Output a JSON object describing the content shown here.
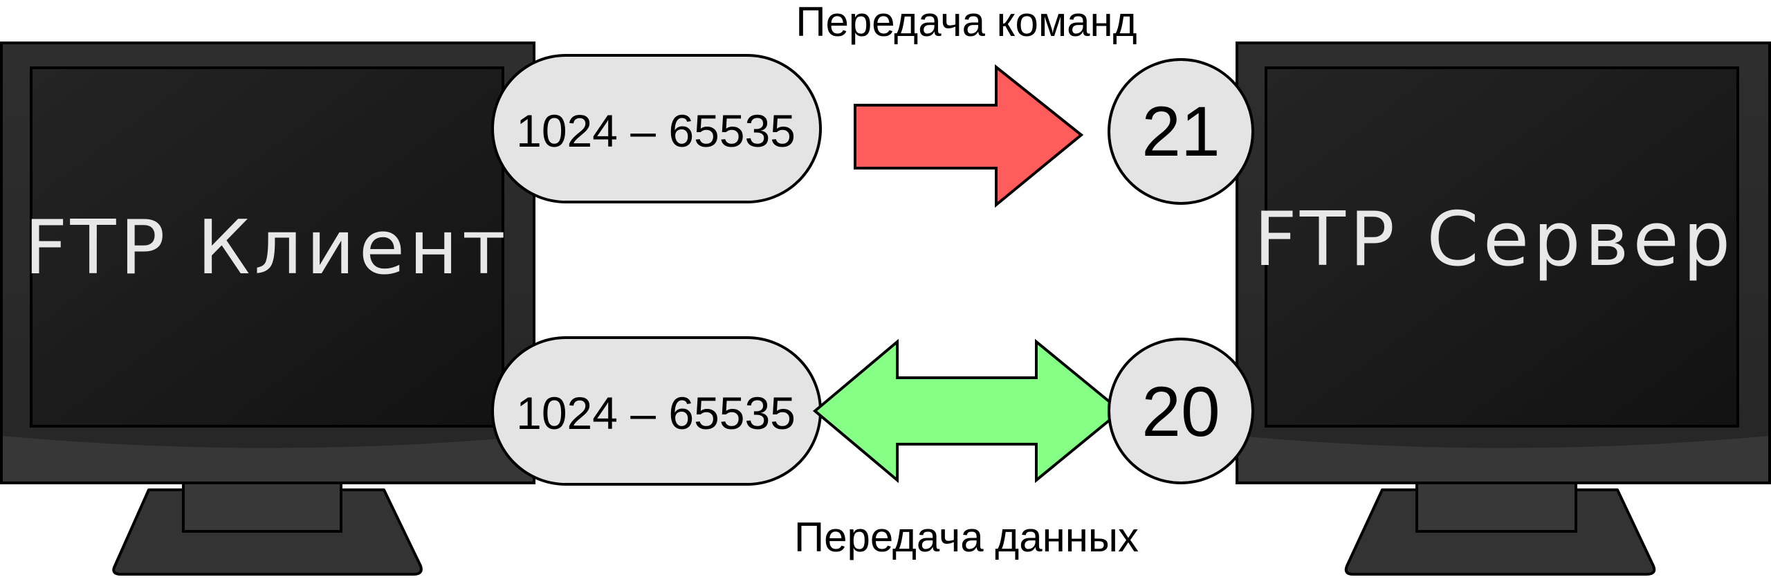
{
  "client": {
    "title": "FTP Клиент"
  },
  "server": {
    "title": "FTP Сервер"
  },
  "command_channel": {
    "label": "Передача команд",
    "client_port": "1024 – 65535",
    "server_port": "21",
    "arrow_color": "#ff5c5c",
    "direction": "client-to-server"
  },
  "data_channel": {
    "label": "Передача данных",
    "client_port": "1024 – 65535",
    "server_port": "20",
    "arrow_color": "#85ff85",
    "direction": "bidirectional"
  },
  "colors": {
    "monitor_bezel": "#2c2c2c",
    "monitor_screen": "#1c1c1c",
    "monitor_stand": "#3a3a3a",
    "port_bubble": "#e4e4e4",
    "outline": "#000000"
  }
}
